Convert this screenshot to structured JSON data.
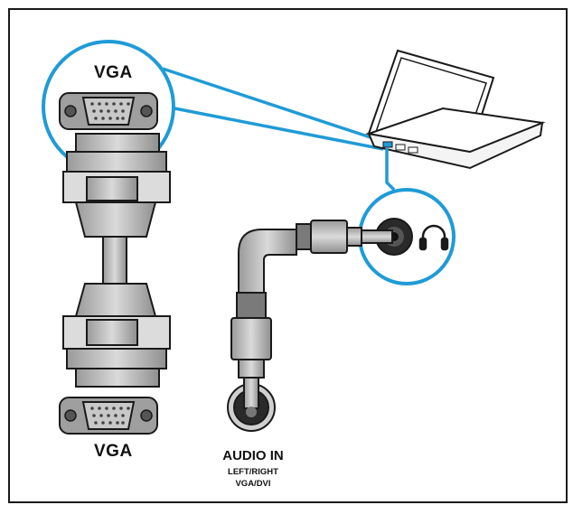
{
  "labels": {
    "vga_top": "VGA",
    "vga_bottom": "VGA",
    "audio_in": "AUDIO IN",
    "audio_sub_1": "LEFT/RIGHT",
    "audio_sub_2": "VGA/DVI"
  },
  "icons": [
    "vga-port-icon",
    "vga-connector-icon",
    "laptop-icon",
    "audio-jack-icon",
    "headphones-icon",
    "audio-plug-icon"
  ],
  "colors": {
    "accent": "#1f9bd7",
    "outline": "#1a1a1a",
    "metal": "#b9b9b9",
    "metal_light": "#d8d8d8",
    "cable": "#5a5a5a"
  }
}
